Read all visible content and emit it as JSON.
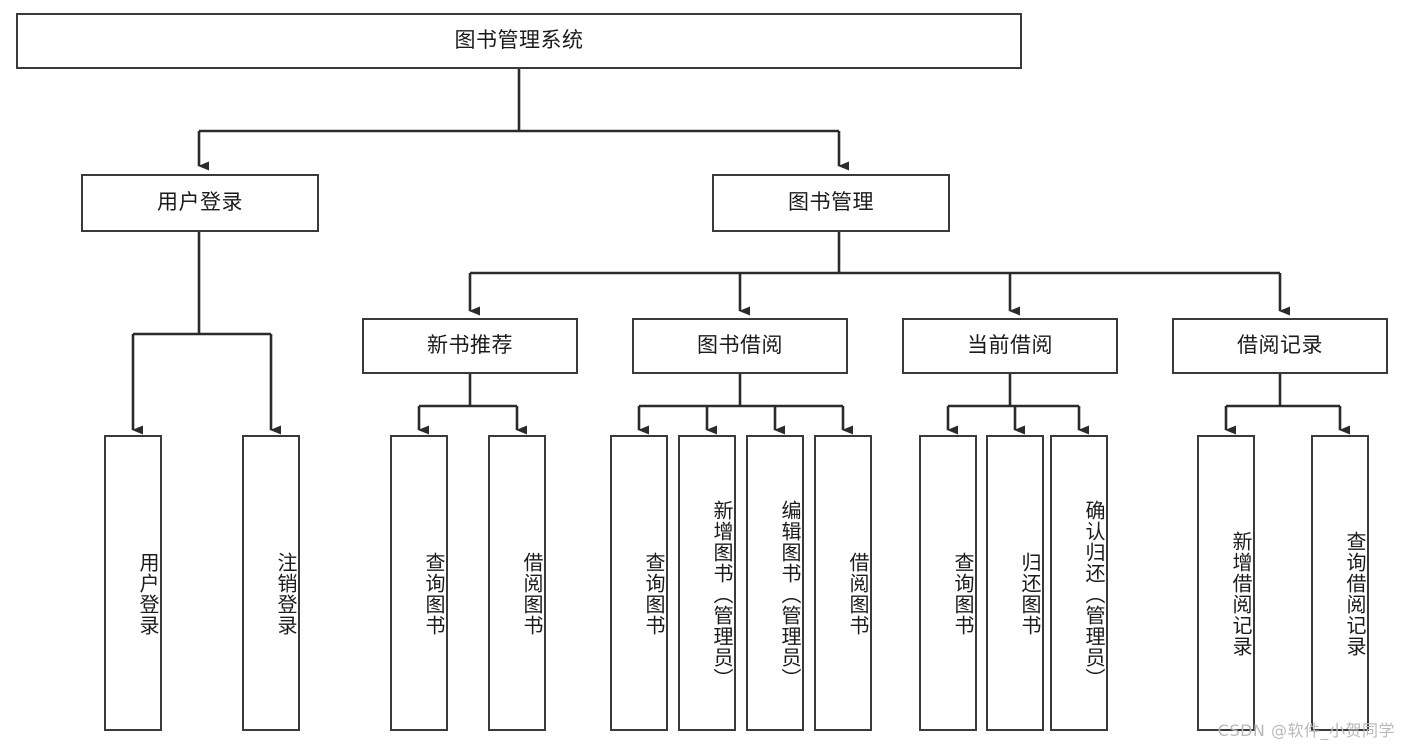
{
  "diagram": {
    "type": "tree-hierarchy",
    "title": "图书管理系统",
    "orientation": "top-down",
    "colors": {
      "background": "#ffffff",
      "box_border": "#3a3a3a",
      "box_fill": "#ffffff",
      "connector": "#2b2b2b",
      "text": "#1b1b1b",
      "watermark": "#b9b9b9"
    },
    "root": {
      "id": "root",
      "label": "图书管理系统"
    },
    "level2": [
      {
        "id": "user-login",
        "label": "用户登录"
      },
      {
        "id": "book-management",
        "label": "图书管理"
      }
    ],
    "level3": [
      {
        "id": "new-book-recommend",
        "label": "新书推荐",
        "parent": "book-management"
      },
      {
        "id": "book-borrow",
        "label": "图书借阅",
        "parent": "book-management"
      },
      {
        "id": "current-borrow",
        "label": "当前借阅",
        "parent": "book-management"
      },
      {
        "id": "borrow-record",
        "label": "借阅记录",
        "parent": "book-management"
      }
    ],
    "leaves": [
      {
        "id": "leaf-user-login",
        "label": "用户登录",
        "parent": "user-login"
      },
      {
        "id": "leaf-logout-login",
        "label": "注销登录",
        "parent": "user-login"
      },
      {
        "id": "leaf-query-book-1",
        "label": "查询图书",
        "parent": "new-book-recommend"
      },
      {
        "id": "leaf-borrow-book-1",
        "label": "借阅图书",
        "parent": "new-book-recommend"
      },
      {
        "id": "leaf-query-book-2",
        "label": "查询图书",
        "parent": "book-borrow"
      },
      {
        "id": "leaf-add-book",
        "label": "新增图书（管理员）",
        "parent": "book-borrow"
      },
      {
        "id": "leaf-edit-book",
        "label": "编辑图书（管理员）",
        "parent": "book-borrow"
      },
      {
        "id": "leaf-borrow-book-2",
        "label": "借阅图书",
        "parent": "book-borrow"
      },
      {
        "id": "leaf-query-book-3",
        "label": "查询图书",
        "parent": "current-borrow"
      },
      {
        "id": "leaf-return-book",
        "label": "归还图书",
        "parent": "current-borrow"
      },
      {
        "id": "leaf-confirm-return",
        "label": "确认归还（管理员）",
        "parent": "current-borrow"
      },
      {
        "id": "leaf-add-record",
        "label": "新增借阅记录",
        "parent": "borrow-record"
      },
      {
        "id": "leaf-query-record",
        "label": "查询借阅记录",
        "parent": "borrow-record"
      }
    ]
  },
  "watermark": {
    "text": "CSDN @软件_小贺同学"
  }
}
